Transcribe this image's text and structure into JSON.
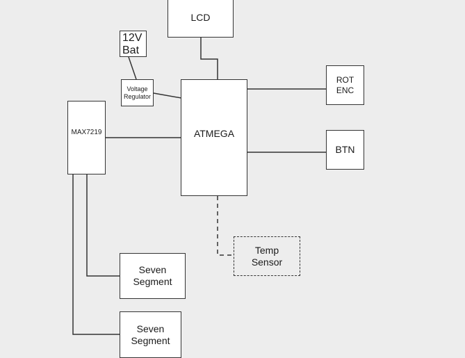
{
  "diagram": {
    "components": {
      "lcd": "LCD",
      "battery": "12V\nBat",
      "regulator": "Voltage\nRegulator",
      "atmega": "ATMEGA",
      "max7219": "MAX7219",
      "rot_enc": "ROT\nENC",
      "btn": "BTN",
      "temp_sensor": "Temp\nSensor",
      "seven_segment_1": "Seven\nSegment",
      "seven_segment_2": "Seven\nSegment"
    },
    "colors": {
      "background": "#ededed",
      "box_fill": "#ffffff",
      "stroke": "#333333"
    }
  }
}
